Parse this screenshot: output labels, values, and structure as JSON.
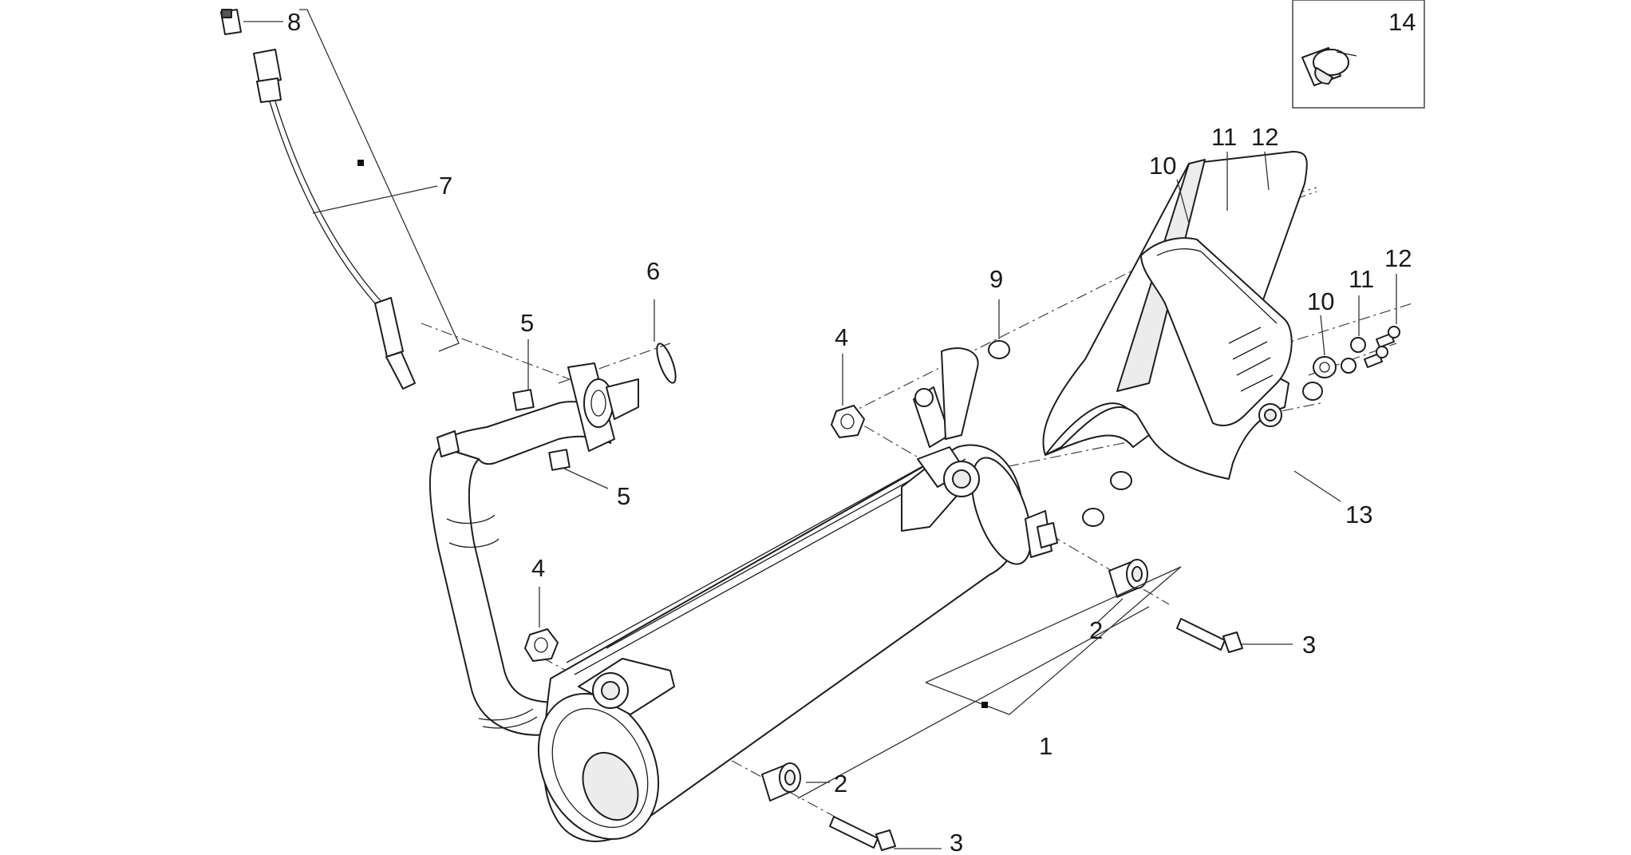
{
  "callouts": {
    "c1": "1",
    "c2a": "2",
    "c2b": "2",
    "c3a": "3",
    "c3b": "3",
    "c4a": "4",
    "c4b": "4",
    "c5a": "5",
    "c5b": "5",
    "c6": "6",
    "c7": "7",
    "c8": "8",
    "c9": "9",
    "c10a": "10",
    "c10b": "10",
    "c11a": "11",
    "c11b": "11",
    "c12a": "12",
    "c12b": "12",
    "c13": "13",
    "c14": "14"
  },
  "icons": {
    "muffler": "muffler-icon",
    "heat_shield": "heat-shield-icon",
    "lambda_sensor": "lambda-sensor-icon",
    "clamp": "hose-clamp-icon"
  }
}
